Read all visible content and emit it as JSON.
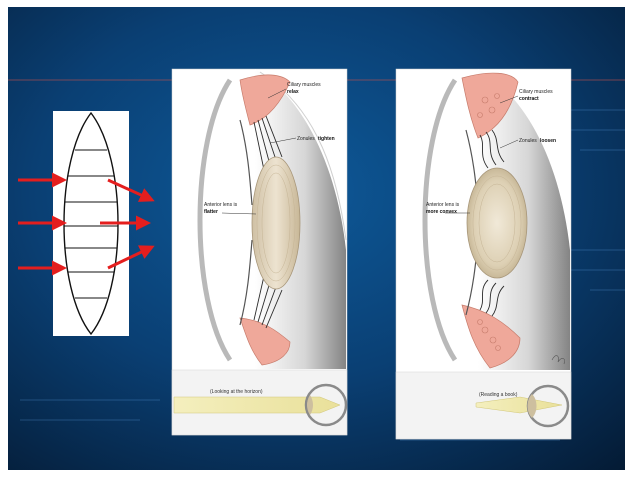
{
  "panel_left": {
    "ciliary_label": "Ciliary muscles",
    "ciliary_state": "relax",
    "zonules_label": "Zonules",
    "zonules_state": "tighten",
    "lens_label": "Anterior lens is",
    "lens_state": "flatter",
    "caption": "(Looking at the horizon)"
  },
  "panel_right": {
    "ciliary_label": "Ciliary muscles",
    "ciliary_state": "contract",
    "zonules_label": "Zonules",
    "zonules_state": "loosen",
    "lens_label": "Anterior lens is",
    "lens_state": "more convex",
    "caption": "(Reading a book)"
  },
  "colors": {
    "background_dark": "#06213f",
    "background_blue": "#0a4e8a",
    "arrow_red": "#e41e1e",
    "muscle_pink": "#efa89a",
    "lens_beige": "#e0d2b8",
    "light_beam": "#f2edb4"
  }
}
